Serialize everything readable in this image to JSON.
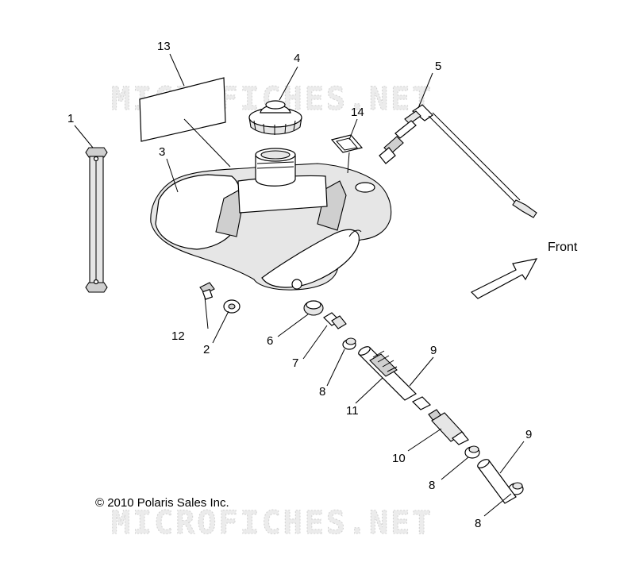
{
  "watermark": "MICROFICHES.NET",
  "copyright": "© 2010 Polaris Sales Inc.",
  "front_label": "Front",
  "callouts": [
    "1",
    "2",
    "3",
    "4",
    "5",
    "6",
    "7",
    "8",
    "8",
    "8",
    "9",
    "9",
    "10",
    "11",
    "12",
    "13",
    "14"
  ]
}
